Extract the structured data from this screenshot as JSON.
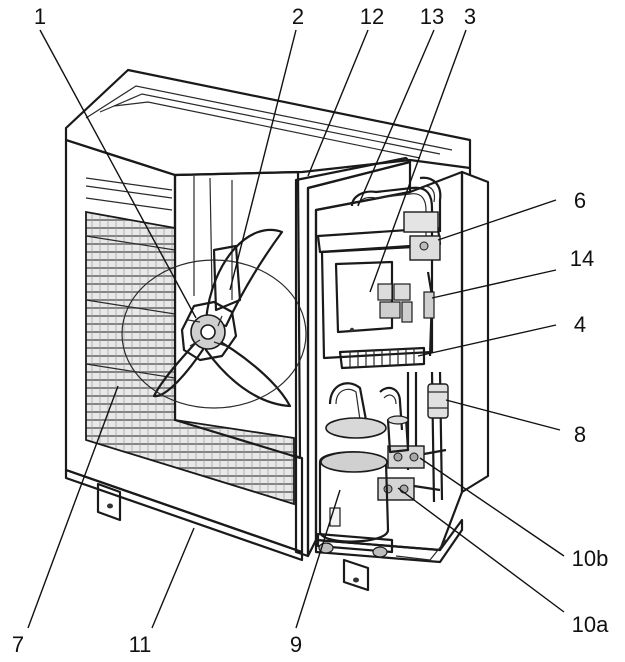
{
  "diagram": {
    "callouts": [
      {
        "id": "c1",
        "label": "1"
      },
      {
        "id": "c2",
        "label": "2"
      },
      {
        "id": "c12",
        "label": "12"
      },
      {
        "id": "c13",
        "label": "13"
      },
      {
        "id": "c3",
        "label": "3"
      },
      {
        "id": "c6",
        "label": "6"
      },
      {
        "id": "c14",
        "label": "14"
      },
      {
        "id": "c4",
        "label": "4"
      },
      {
        "id": "c8",
        "label": "8"
      },
      {
        "id": "c10b",
        "label": "10b"
      },
      {
        "id": "c10a",
        "label": "10a"
      },
      {
        "id": "c7",
        "label": "7"
      },
      {
        "id": "c11",
        "label": "11"
      },
      {
        "id": "c9",
        "label": "9"
      }
    ]
  }
}
